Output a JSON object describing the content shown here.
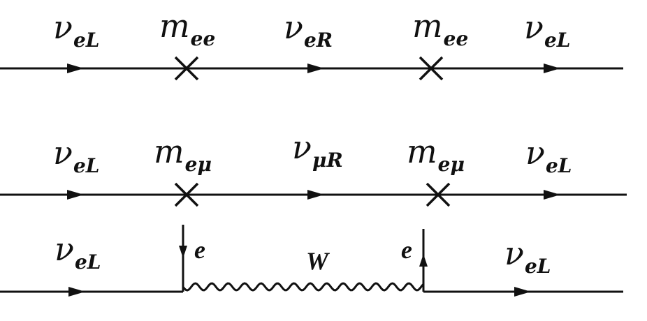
{
  "diagram_1": {
    "labels": [
      {
        "sym": "ν",
        "sub": "eL"
      },
      {
        "sym": "m",
        "sub": "ee"
      },
      {
        "sym": "ν",
        "sub": "eR"
      },
      {
        "sym": "m",
        "sub": "ee"
      },
      {
        "sym": "ν",
        "sub": "eL"
      }
    ]
  },
  "diagram_2": {
    "labels": [
      {
        "sym": "ν",
        "sub": "eL"
      },
      {
        "sym": "m",
        "sub": "eμ"
      },
      {
        "sym": "ν",
        "sub": "μR"
      },
      {
        "sym": "m",
        "sub": "eμ"
      },
      {
        "sym": "ν",
        "sub": "eL"
      }
    ]
  },
  "diagram_3": {
    "labels": [
      {
        "sym": "ν",
        "sub": "eL"
      },
      {
        "sym": "ν",
        "sub": "eL"
      }
    ],
    "lepton_left": "e",
    "lepton_right": "e",
    "boson": "W"
  },
  "colors": {
    "line": "#111111",
    "background": "#ffffff"
  }
}
